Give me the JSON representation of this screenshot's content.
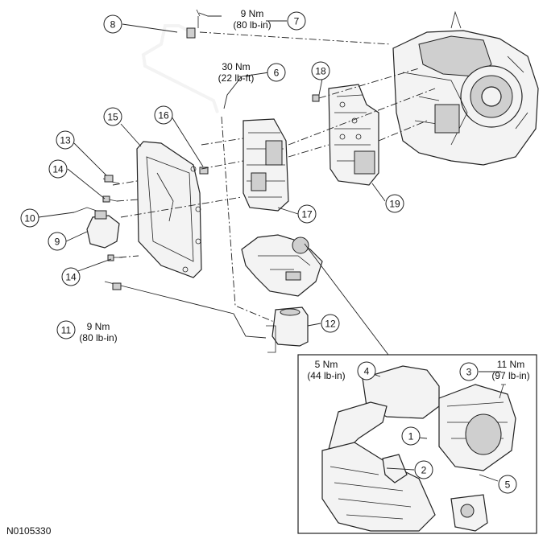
{
  "figure_code": "N0105330",
  "callouts": [
    {
      "id": "1",
      "num": "1"
    },
    {
      "id": "2",
      "num": "2"
    },
    {
      "id": "3",
      "num": "3",
      "torque_nm": "11 Nm",
      "torque_alt": "(97 lb-in)"
    },
    {
      "id": "4",
      "num": "4",
      "torque_nm": "5 Nm",
      "torque_alt": "(44 lb-in)"
    },
    {
      "id": "5",
      "num": "5"
    },
    {
      "id": "6",
      "num": "6",
      "torque_nm": "30 Nm",
      "torque_alt": "(22 lb-ft)"
    },
    {
      "id": "7",
      "num": "7",
      "torque_nm": "9 Nm",
      "torque_alt": "(80 lb-in)"
    },
    {
      "id": "8",
      "num": "8"
    },
    {
      "id": "9",
      "num": "9"
    },
    {
      "id": "10",
      "num": "10"
    },
    {
      "id": "11",
      "num": "11",
      "torque_nm": "9 Nm",
      "torque_alt": "(80 lb-in)"
    },
    {
      "id": "12",
      "num": "12"
    },
    {
      "id": "13",
      "num": "13"
    },
    {
      "id": "14a",
      "num": "14"
    },
    {
      "id": "14b",
      "num": "14"
    },
    {
      "id": "15",
      "num": "15"
    },
    {
      "id": "16",
      "num": "16"
    },
    {
      "id": "17",
      "num": "17"
    },
    {
      "id": "18",
      "num": "18"
    },
    {
      "id": "19",
      "num": "19"
    }
  ]
}
